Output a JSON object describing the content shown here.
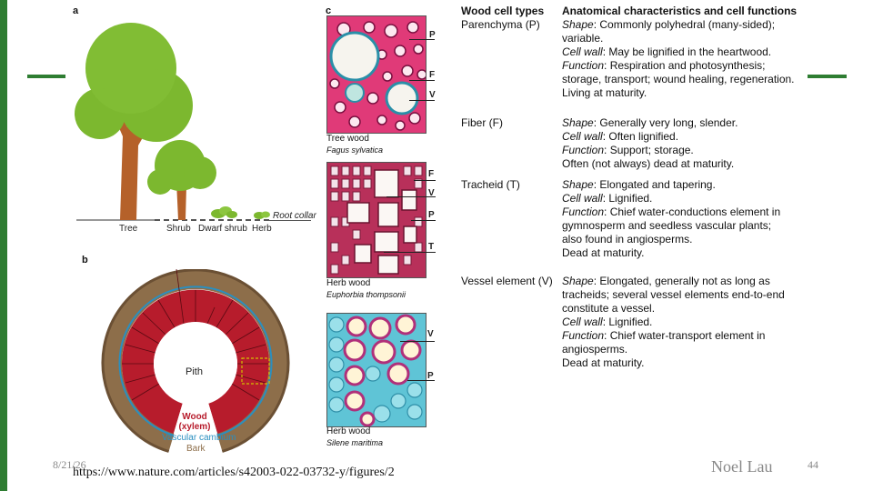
{
  "panels": {
    "a": "a",
    "b": "b",
    "c": "c"
  },
  "panel_a": {
    "root_collar": "Root collar",
    "labels": [
      "Tree",
      "Shrub",
      "Dwarf shrub",
      "Herb"
    ]
  },
  "panel_b": {
    "pith": "Pith",
    "wood": "Wood",
    "xylem": "(xylem)",
    "cambium": "Vascular cambium",
    "bark": "Bark"
  },
  "micrographs": [
    {
      "title": "Tree wood",
      "species": "Fagus sylvatica",
      "markers": [
        "P",
        "F",
        "V"
      ]
    },
    {
      "title": "Herb wood",
      "species": "Euphorbia thompsonii",
      "markers": [
        "F",
        "V",
        "P",
        "T"
      ]
    },
    {
      "title": "Herb wood",
      "species": "Silene maritima",
      "markers": [
        "V",
        "P"
      ]
    }
  ],
  "table": {
    "header_type": "Wood cell types",
    "header_desc": "Anatomical characteristics and cell functions",
    "rows": [
      {
        "type": "Parenchyma (P)",
        "lines": [
          {
            "label": "Shape",
            "text": ": Commonly polyhedral (many-sided);"
          },
          {
            "label": "",
            "text": "variable."
          },
          {
            "label": "Cell wall",
            "text": ": May be lignified in the heartwood."
          },
          {
            "label": "Function",
            "text": ": Respiration and photosynthesis;"
          },
          {
            "label": "",
            "text": "storage, transport; wound healing, regeneration."
          },
          {
            "label": "",
            "text": "Living at maturity."
          }
        ]
      },
      {
        "type": "Fiber (F)",
        "lines": [
          {
            "label": "Shape",
            "text": ": Generally very long, slender."
          },
          {
            "label": "Cell wall",
            "text": ": Often lignified."
          },
          {
            "label": "Function",
            "text": ": Support; storage."
          },
          {
            "label": "",
            "text": "Often (not always) dead at maturity."
          }
        ]
      },
      {
        "type": "Tracheid (T)",
        "lines": [
          {
            "label": "Shape",
            "text": ": Elongated and tapering."
          },
          {
            "label": "Cell wall",
            "text": ": Lignified."
          },
          {
            "label": "Function",
            "text": ": Chief water-conductions element in"
          },
          {
            "label": "",
            "text": "gymnosperm and seedless vascular plants;"
          },
          {
            "label": "",
            "text": "also found in angiosperms."
          },
          {
            "label": "",
            "text": "Dead at maturity."
          }
        ]
      },
      {
        "type": "Vessel element (V)",
        "lines": [
          {
            "label": "Shape",
            "text": ": Elongated, generally not as long as"
          },
          {
            "label": "",
            "text": "tracheids; several vessel elements end-to-end"
          },
          {
            "label": "",
            "text": "constitute a vessel."
          },
          {
            "label": "Cell wall",
            "text": ": Lignified."
          },
          {
            "label": "Function",
            "text": ": Chief water-transport element in"
          },
          {
            "label": "",
            "text": "angiosperms."
          },
          {
            "label": "",
            "text": "Dead at maturity."
          }
        ]
      }
    ]
  },
  "footer": {
    "date": "8/21/26",
    "url": "https://www.nature.com/articles/s42003-022-03732-y/figures/2",
    "author": "Noel Lau",
    "page": "44"
  },
  "colors": {
    "accent_green": "#2e7d32",
    "xylem_red": "#b71c2c",
    "bark_brown": "#8d6e4a",
    "cambium_blue": "#2a8fc0"
  }
}
